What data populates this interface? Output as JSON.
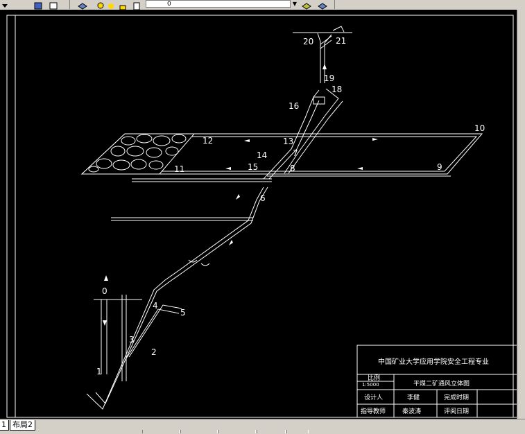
{
  "layer_combo": {
    "value": "0"
  },
  "tabs": [
    {
      "label": "1"
    },
    {
      "label": "布局2"
    }
  ],
  "drawing": {
    "points": [
      {
        "label": "0"
      },
      {
        "label": "1"
      },
      {
        "label": "2"
      },
      {
        "label": "3"
      },
      {
        "label": "4"
      },
      {
        "label": "5"
      },
      {
        "label": "6"
      },
      {
        "label": "7"
      },
      {
        "label": "8"
      },
      {
        "label": "9"
      },
      {
        "label": "10"
      },
      {
        "label": "11"
      },
      {
        "label": "12"
      },
      {
        "label": "13"
      },
      {
        "label": "14"
      },
      {
        "label": "15"
      },
      {
        "label": "16"
      },
      {
        "label": "18"
      },
      {
        "label": "19"
      },
      {
        "label": "20"
      },
      {
        "label": "21"
      }
    ]
  },
  "title_block": {
    "school": "中国矿业大学应用学院安全工程专业",
    "scale_label": "比例",
    "scale_value": "1:5000",
    "drawing_title": "平煤二矿通风立体图",
    "designer_label": "设计人",
    "designer": "李健",
    "finish_date_label": "完成时期",
    "advisor_label": "指导教师",
    "advisor": "秦波涛",
    "review_date_label": "评阅日期"
  }
}
